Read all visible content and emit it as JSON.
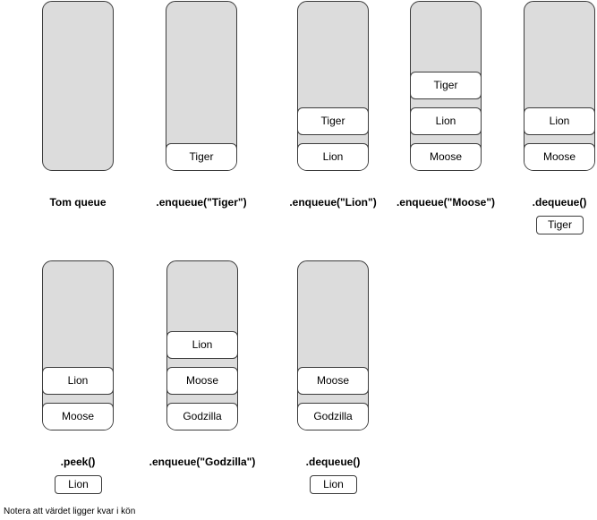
{
  "diagrams": [
    {
      "caption": "Tom queue",
      "items": [],
      "result": null
    },
    {
      "caption": ".enqueue(\"Tiger\")",
      "items": [
        "Tiger"
      ],
      "result": null
    },
    {
      "caption": ".enqueue(\"Lion\")",
      "items": [
        "Tiger",
        "Lion"
      ],
      "result": null
    },
    {
      "caption": ".enqueue(\"Moose\")",
      "items": [
        "Tiger",
        "Lion",
        "Moose"
      ],
      "result": null
    },
    {
      "caption": ".dequeue()",
      "items": [
        "Lion",
        "Moose"
      ],
      "result": "Tiger"
    },
    {
      "caption": ".peek()",
      "items": [
        "Lion",
        "Moose"
      ],
      "result": "Lion"
    },
    {
      "caption": ".enqueue(\"Godzilla\")",
      "items": [
        "Lion",
        "Moose",
        "Godzilla"
      ],
      "result": null
    },
    {
      "caption": ".dequeue()",
      "items": [
        "Moose",
        "Godzilla"
      ],
      "result": "Lion"
    }
  ],
  "note": "Notera att värdet ligger kvar i kön"
}
